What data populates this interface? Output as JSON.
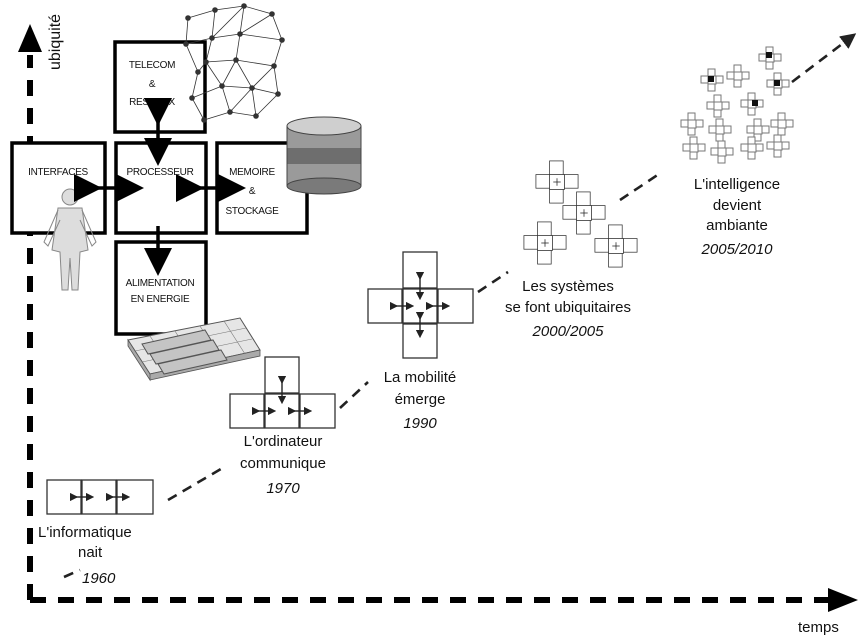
{
  "axes": {
    "y_label": "ubiquité",
    "x_label": "temps"
  },
  "architecture": {
    "telecom_line1": "TELECOM",
    "telecom_line2": "&",
    "telecom_line3": "RESEAUX",
    "interfaces": "INTERFACES",
    "processeur": "PROCESSEUR",
    "memoire_line1": "MEMOIRE",
    "memoire_line2": "&",
    "memoire_line3": "STOCKAGE",
    "alimentation_line1": "ALIMENTATION",
    "alimentation_line2": "EN ENERGIE"
  },
  "eras": [
    {
      "line1": "L'informatique",
      "line2": "nait",
      "year": "1960"
    },
    {
      "line1": "L'ordinateur",
      "line2": "communique",
      "year": "1970"
    },
    {
      "line1": "La mobilité",
      "line2": "émerge",
      "year": "1990"
    },
    {
      "line1": "Les systèmes",
      "line2": "se font ubiquitaires",
      "year": "2000/2005"
    },
    {
      "line1": "L'intelligence",
      "line2": "devient",
      "line3": "ambiante",
      "year": "2005/2010"
    }
  ]
}
